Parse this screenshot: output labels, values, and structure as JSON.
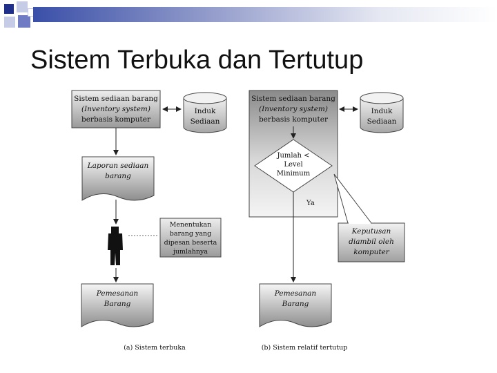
{
  "slide": {
    "title": "Sistem Terbuka dan Tertutup"
  },
  "colors": {
    "accent_dark": "#1f2f8a",
    "accent_mid": "#6f7cc4",
    "accent_light": "#c7cce6"
  },
  "left": {
    "system_box": [
      "Sistem sediaan barang",
      "(Inventory system)",
      "berbasis komputer"
    ],
    "db": [
      "Induk",
      "Sediaan"
    ],
    "report": [
      "Laporan sediaan",
      "barang"
    ],
    "decision_note": [
      "Menentukan",
      "barang yang",
      "dipesan beserta",
      "jumlahnya"
    ],
    "order": [
      "Pemesanan",
      "Barang"
    ],
    "caption": "(a) Sistem terbuka"
  },
  "right": {
    "system_box": [
      "Sistem sediaan barang",
      "(Inventory system)",
      "berbasis komputer"
    ],
    "db": [
      "Induk",
      "Sediaan"
    ],
    "diamond": [
      "Jumlah <",
      "Level",
      "Minimum"
    ],
    "yes_label": "Ya",
    "callout": [
      "Keputusan",
      "diambil oleh",
      "komputer"
    ],
    "order": [
      "Pemesanan",
      "Barang"
    ],
    "caption": "(b) Sistem relatif tertutup"
  }
}
